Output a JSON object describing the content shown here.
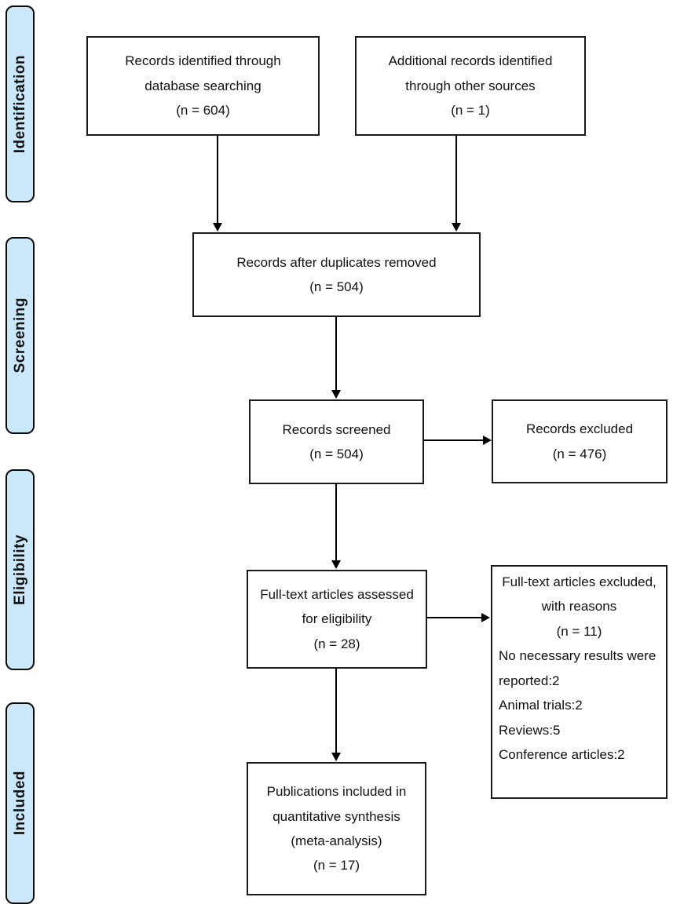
{
  "diagram": {
    "type": "prisma-flowchart",
    "colors": {
      "stage_fill": "#cbe8fa",
      "stage_border": "#0d0d0d",
      "box_fill": "#ffffff",
      "box_border": "#1a1a1a",
      "arrow": "#000000",
      "text": "#111111"
    },
    "stages": [
      {
        "label": "Identification"
      },
      {
        "label": "Screening"
      },
      {
        "label": "Eligibility"
      },
      {
        "label": "Included"
      }
    ],
    "nodes": {
      "database_records": "Records identified through\ndatabase searching\n(n = 604)",
      "additional_records": "Additional records identified\nthrough other sources\n(n = 1)",
      "after_duplicates": "Records after duplicates removed\n(n = 504)",
      "records_screened": "Records screened\n(n = 504)",
      "records_excluded": "Records excluded\n(n = 476)",
      "fulltext_assessed": "Full-text articles assessed\nfor eligibility\n(n = 28)",
      "fulltext_excluded_header": "Full-text articles excluded,\nwith reasons\n(n = 11)",
      "fulltext_excluded_reasons": "No necessary results were\nreported:2\nAnimal trials:2\nReviews:5\nConference articles:2",
      "included_synthesis": "Publications included in\nquantitative synthesis\n(meta-analysis)\n(n = 17)"
    }
  }
}
